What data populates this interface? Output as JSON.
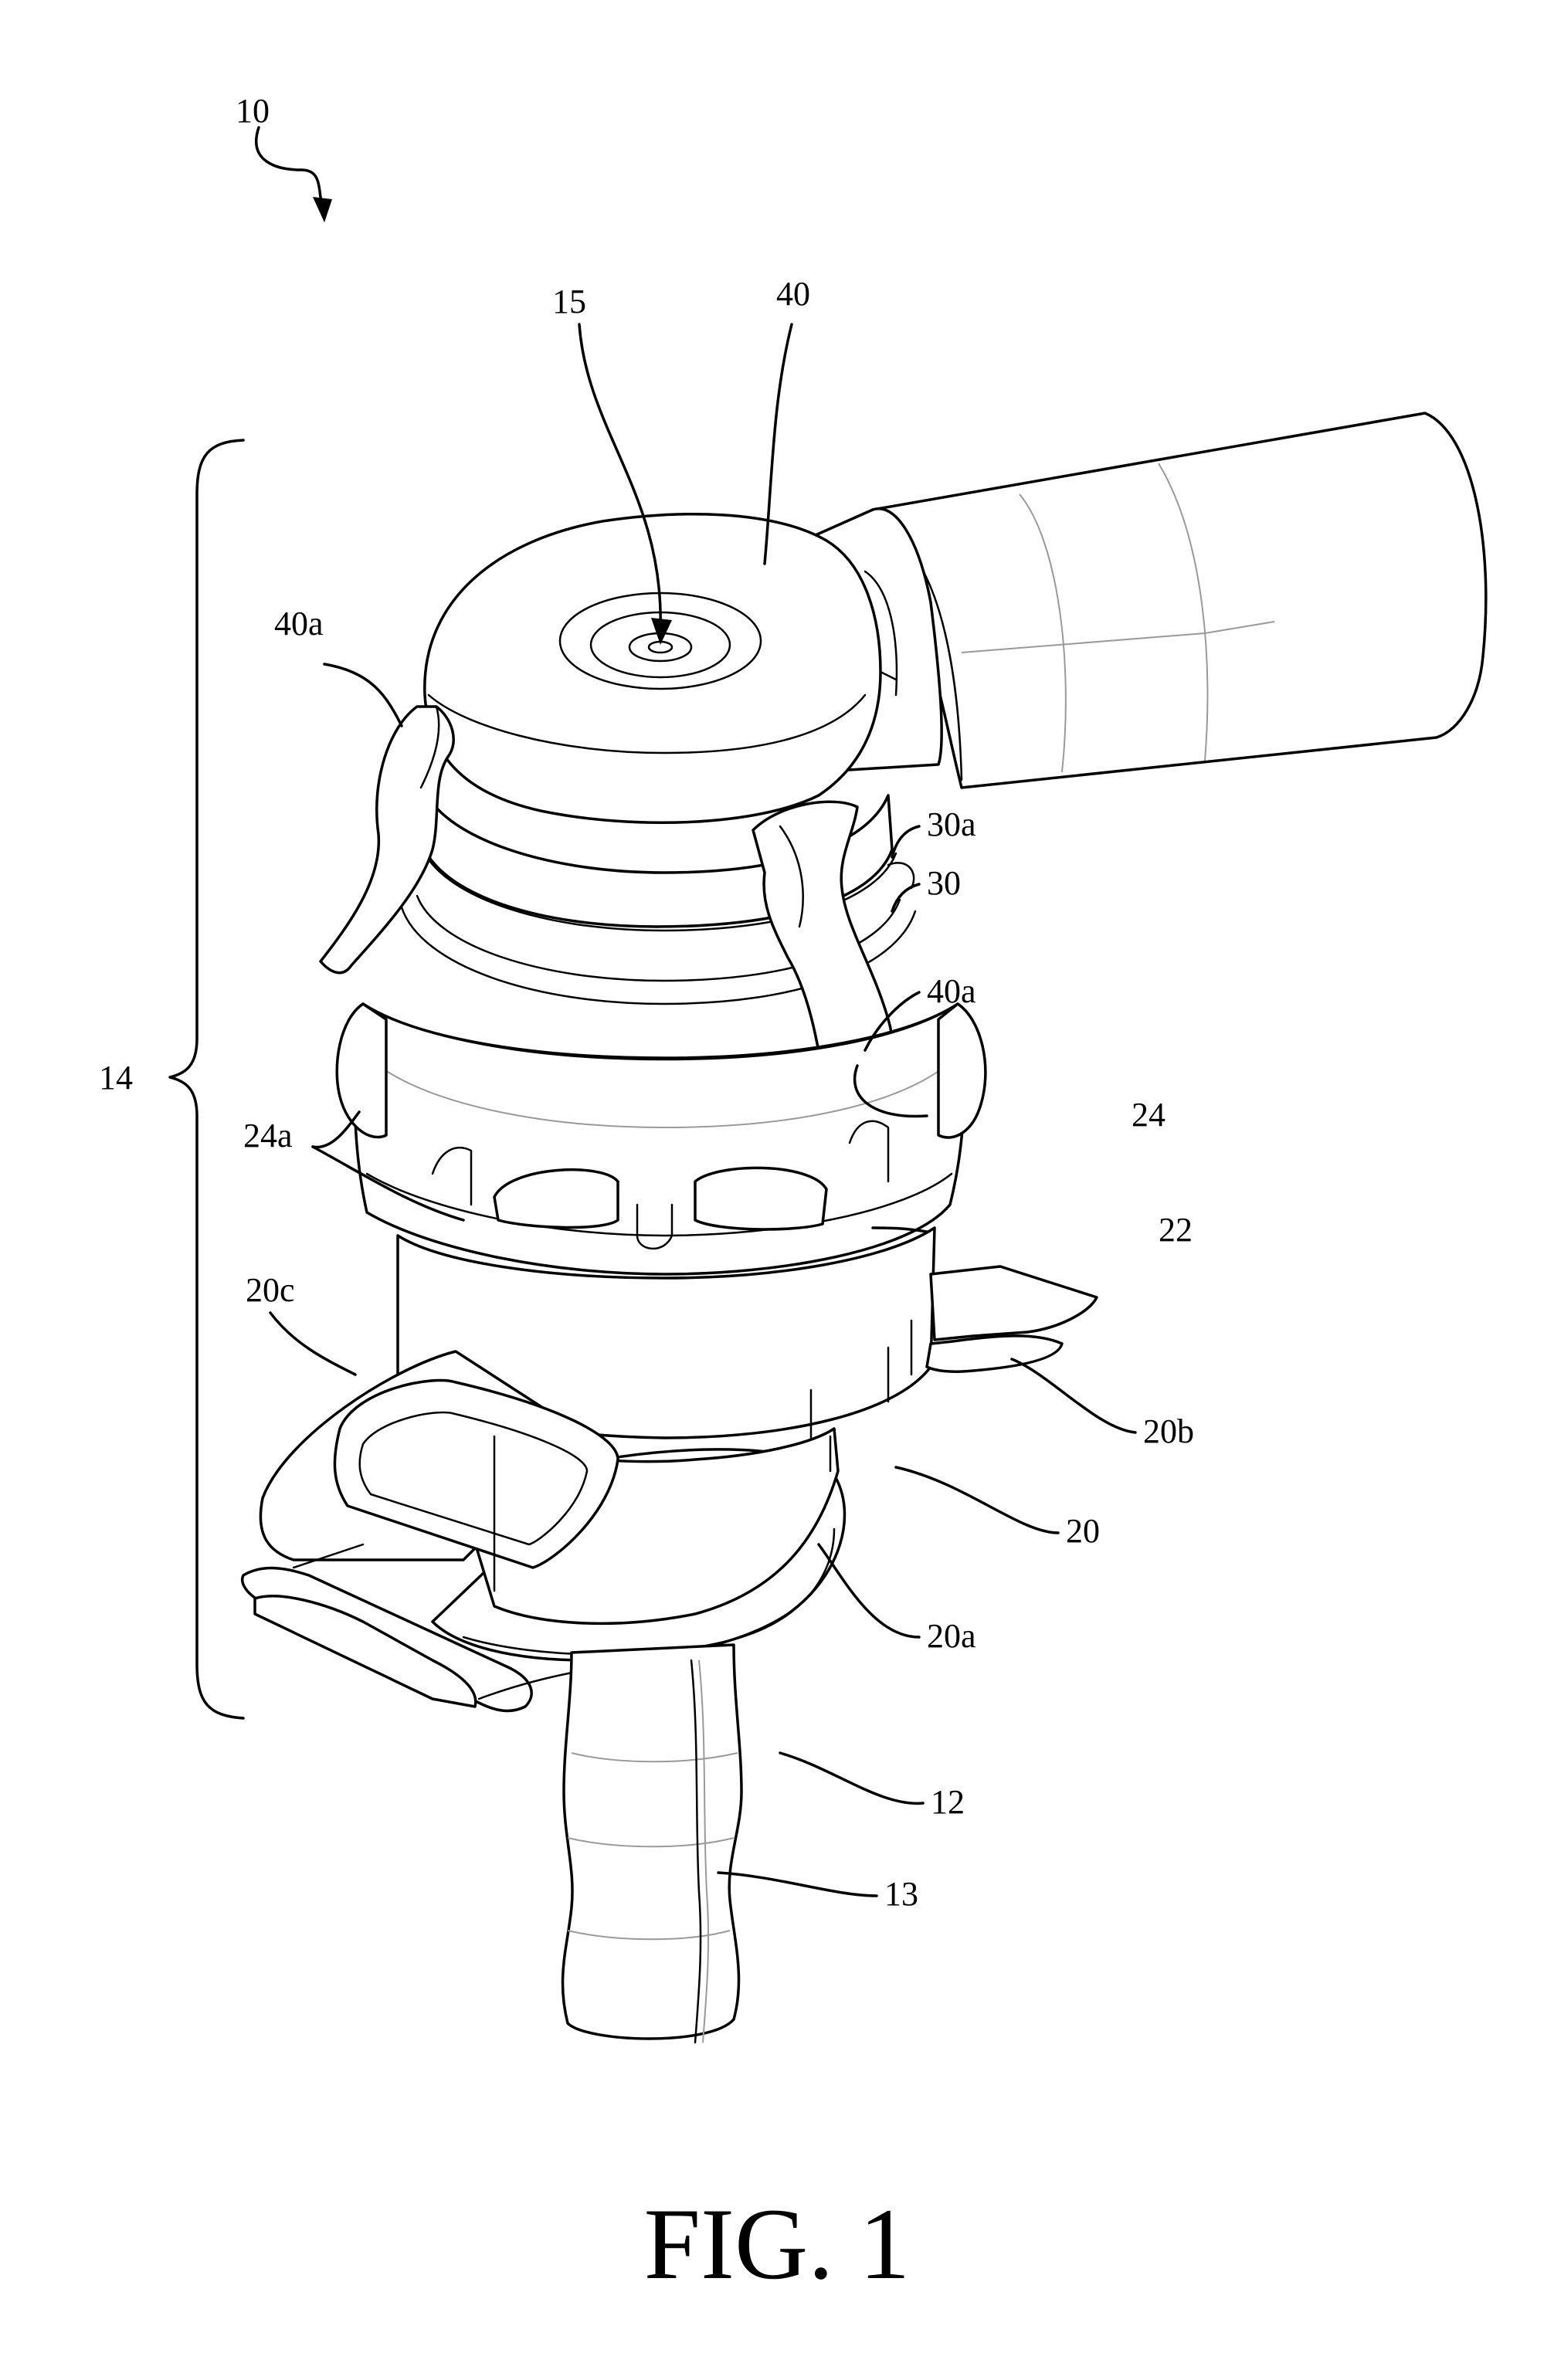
{
  "figure": {
    "caption": "FIG. 1",
    "labels": {
      "l10": "10",
      "l15": "15",
      "l40": "40",
      "l40a_left": "40a",
      "l30a": "30a",
      "l30": "30",
      "l40a_right": "40a",
      "l14": "14",
      "l24": "24",
      "l24a": "24a",
      "l22": "22",
      "l20c": "20c",
      "l20b": "20b",
      "l20": "20",
      "l20a": "20a",
      "l12": "12",
      "l13": "13"
    }
  }
}
